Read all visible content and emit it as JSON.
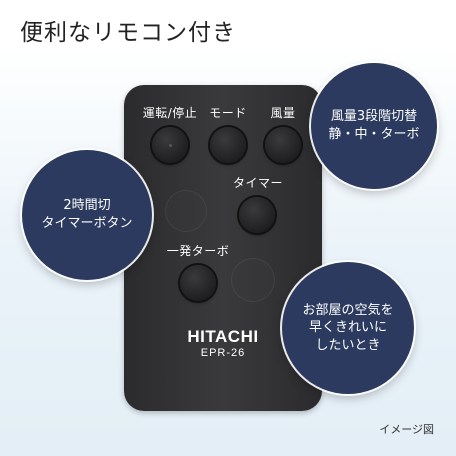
{
  "title": "便利なリモコン付き",
  "remote": {
    "buttons": {
      "power_label": "運転/停止",
      "mode_label": "モード",
      "wind_label": "風量",
      "timer_label": "タイマー",
      "turbo_label": "一発ターボ"
    },
    "brand": "HITACHI",
    "model": "EPR-26"
  },
  "bubbles": {
    "wind": {
      "line1": "風量3段階切替",
      "line2": "静・中・ターボ"
    },
    "timer": {
      "line1": "2時間切",
      "line2": "タイマーボタン"
    },
    "clean": {
      "line1": "お部屋の空気を",
      "line2": "早くきれいに",
      "line3": "したいとき"
    }
  },
  "caption": "イメージ図",
  "colors": {
    "bubble": "#2b3a5e",
    "remote_body": "#333335"
  }
}
